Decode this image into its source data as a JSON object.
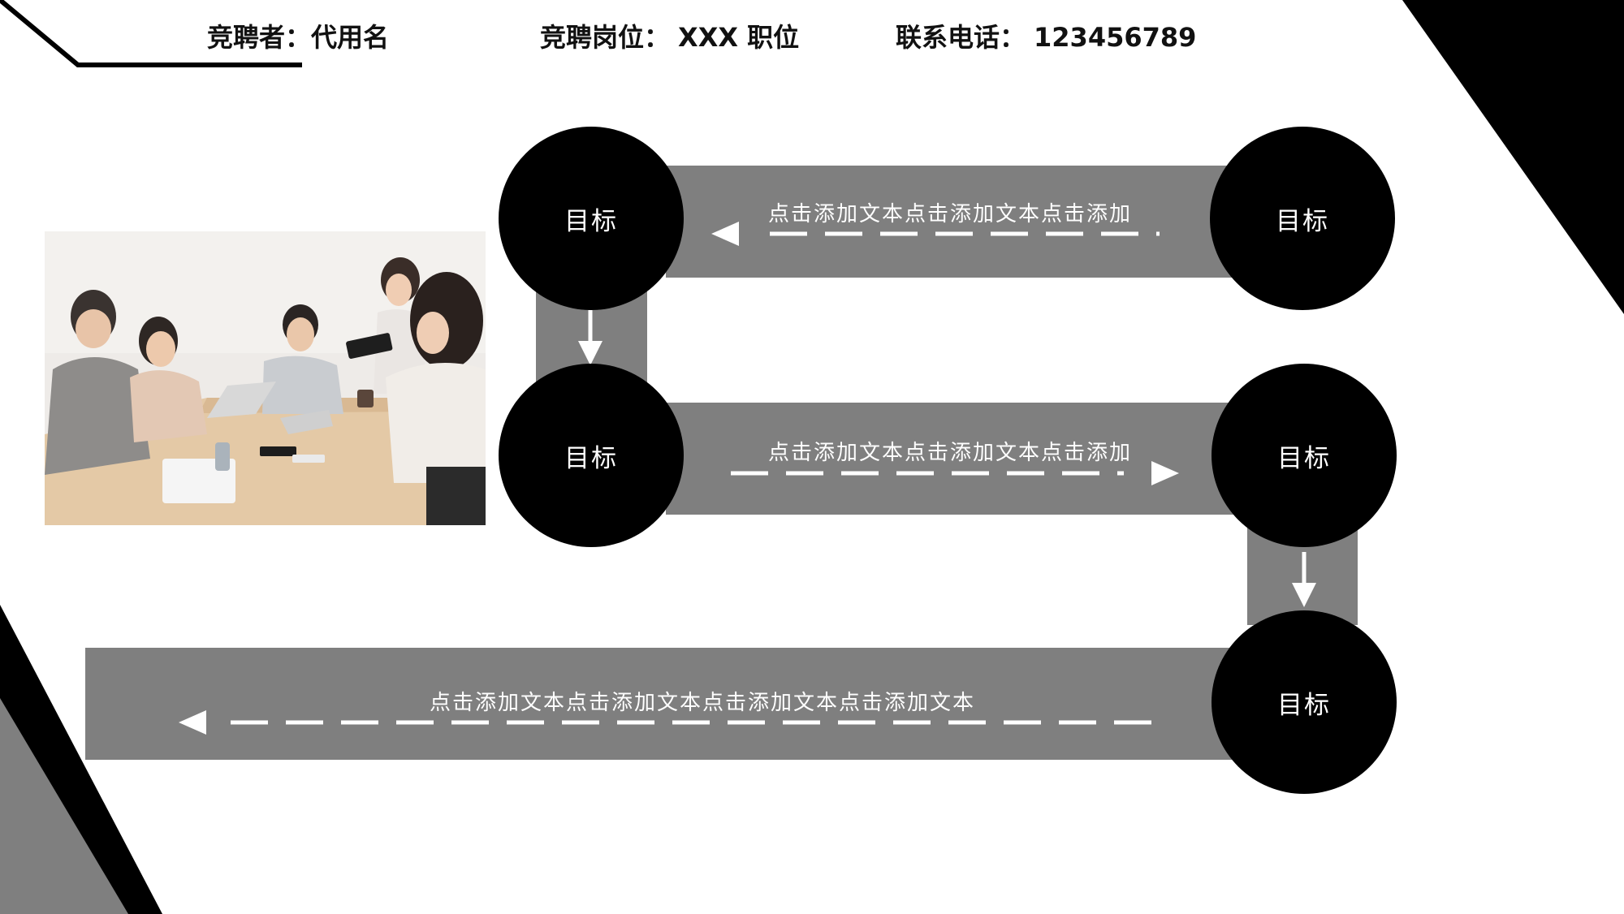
{
  "header": {
    "candidate_label": "竞聘者：",
    "candidate_value": "代用名",
    "position_label": "竞聘岗位：",
    "position_value": "XXX 职位",
    "phone_label": "联系电话：",
    "phone_value": "123456789"
  },
  "flow": {
    "nodes": [
      {
        "label": "目标"
      },
      {
        "label": "目标"
      },
      {
        "label": "目标"
      },
      {
        "label": "目标"
      },
      {
        "label": "目标"
      }
    ],
    "steps": [
      {
        "text": "点击添加文本点击添加文本点击添加",
        "direction": "left"
      },
      {
        "text": "点击添加文本点击添加文本点击添加",
        "direction": "right"
      },
      {
        "text": "点击添加文本点击添加文本点击添加文本点击添加文本",
        "direction": "left"
      }
    ]
  },
  "image": {
    "icon": "team-meeting-photo"
  },
  "colors": {
    "background": "#ffffff",
    "band": "#7f7f7f",
    "node": "#000000",
    "accent": "#000000",
    "text_on_dark": "#ffffff"
  }
}
